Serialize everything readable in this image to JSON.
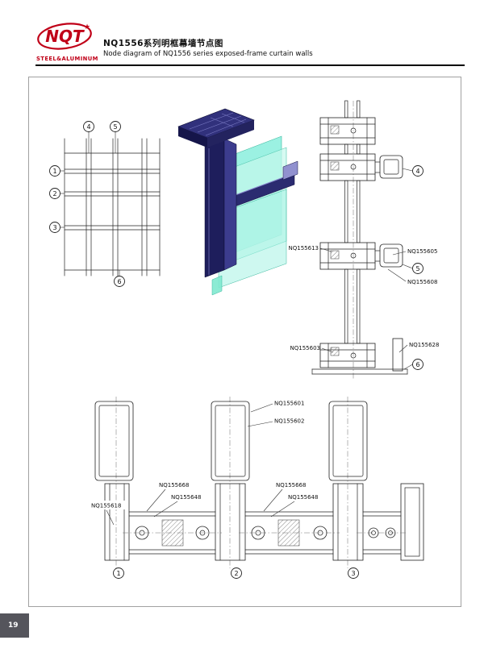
{
  "header": {
    "logo_text": "NQT",
    "logo_subtitle": "STEEL&ALUMINUM",
    "logo_color": "#c00018",
    "title_cn": "NQ1556系列明框幕墙节点图",
    "title_en": "Node diagram of NQ1556 series exposed-frame curtain walls"
  },
  "page": {
    "number": "19"
  },
  "diagrams": {
    "elevation": {
      "callouts": [
        "4",
        "5",
        "1",
        "2",
        "3",
        "6"
      ]
    },
    "vertical_section": {
      "labels": [
        "NQ155613",
        "NQ155605",
        "NQ155608",
        "NQ155603",
        "NQ155628"
      ],
      "callouts": [
        "4",
        "5",
        "6"
      ]
    },
    "horizontal_section": {
      "labels": [
        "NQ155601",
        "NQ155602",
        "NQ155668",
        "NQ155648",
        "NQ155668",
        "NQ155648",
        "NQ155618"
      ],
      "callouts": [
        "1",
        "2",
        "3"
      ]
    }
  }
}
